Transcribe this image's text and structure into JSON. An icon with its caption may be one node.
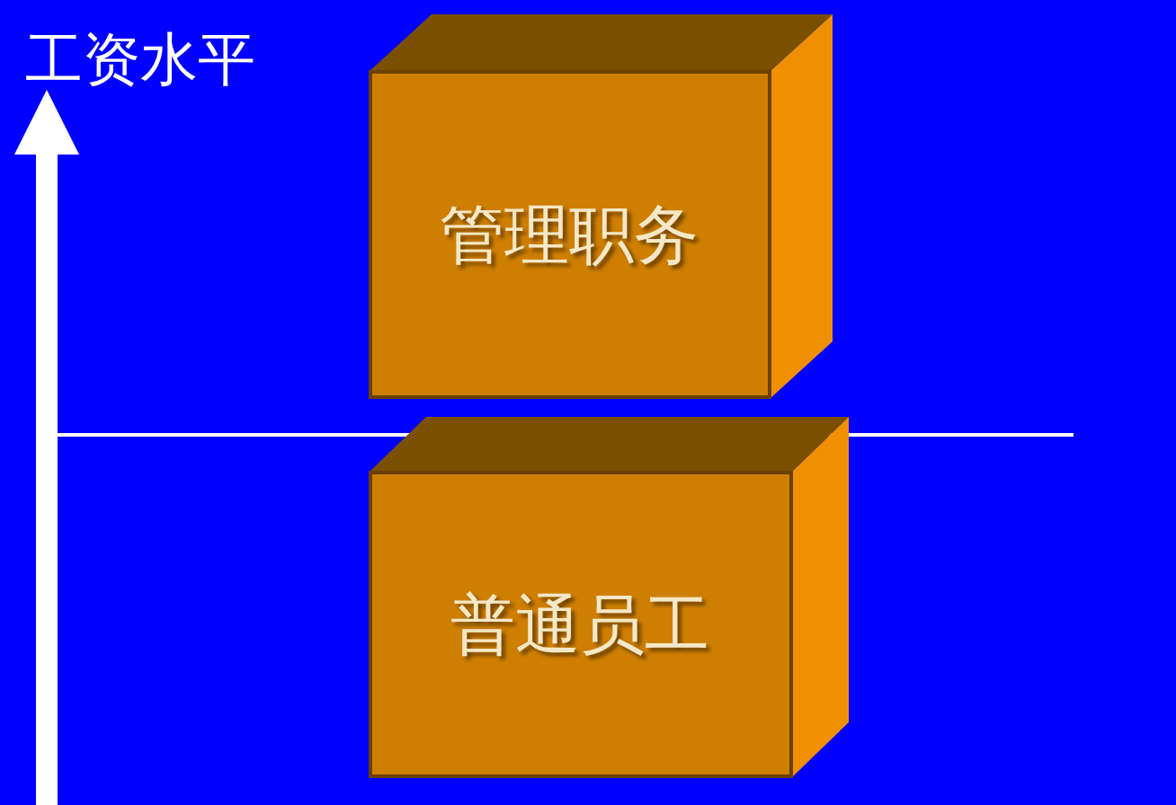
{
  "diagram": {
    "nodes": [
      {
        "text": [
          "管理职务"
        ]
      },
      {
        "text": [
          "普通员工"
        ]
      }
    ],
    "edges": [],
    "labels": [
      "工资水平"
    ]
  }
}
